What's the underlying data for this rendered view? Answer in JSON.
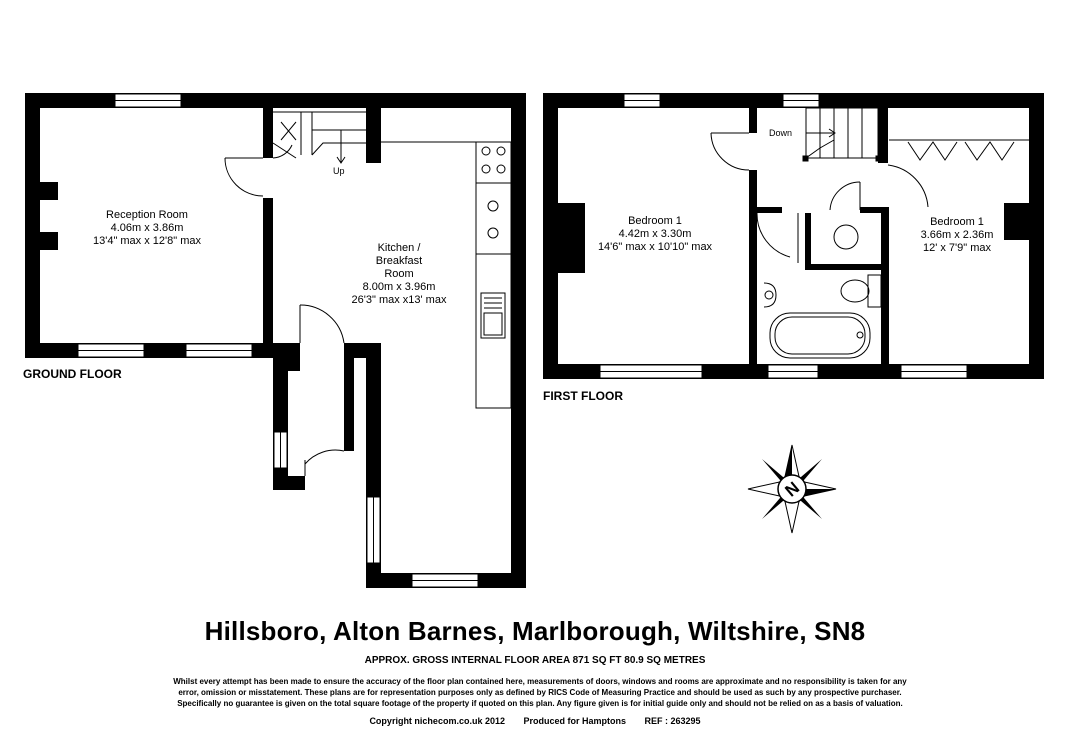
{
  "ground_floor": {
    "label": "GROUND FLOOR",
    "stair_label": "Up",
    "rooms": {
      "reception": {
        "name": "Reception Room",
        "metric": "4.06m x 3.86m",
        "imperial": "13'4\" max x 12'8\" max"
      },
      "kitchen": {
        "name_line1": "Kitchen /",
        "name_line2": "Breakfast",
        "name_line3": "Room",
        "metric": "8.00m x 3.96m",
        "imperial": "26'3\" max x13' max"
      }
    }
  },
  "first_floor": {
    "label": "FIRST FLOOR",
    "stair_label": "Down",
    "rooms": {
      "bedroom_left": {
        "name": "Bedroom 1",
        "metric": "4.42m x 3.30m",
        "imperial": "14'6\" max x 10'10\" max"
      },
      "bedroom_right": {
        "name": "Bedroom 1",
        "metric": "3.66m x 2.36m",
        "imperial": "12' x 7'9\" max"
      }
    }
  },
  "compass": {
    "letter": "N"
  },
  "footer": {
    "address": "Hillsboro, Alton Barnes, Marlborough, Wiltshire, SN8",
    "area": "APPROX.  GROSS INTERNAL FLOOR AREA 871  SQ FT 80.9  SQ METRES",
    "disclaimer_line1": "Whilst every attempt has been made to ensure the accuracy of the floor plan contained here, measurements of doors, windows and rooms are approximate and no responsibility is taken for any",
    "disclaimer_line2": "error, omission or misstatement. These plans are for representation purposes only as defined by RICS Code of Measuring Practice and should be used as such by any prospective purchaser.",
    "disclaimer_line3": "Specifically no guarantee is given on the total square footage of the property if quoted on this plan. Any figure given is for initial guide only and should not be relied on as a basis of valuation.",
    "copyright": "Copyright nichecom.co.uk 2012",
    "produced_for": "Produced for Hamptons",
    "ref": "REF : 263295"
  }
}
